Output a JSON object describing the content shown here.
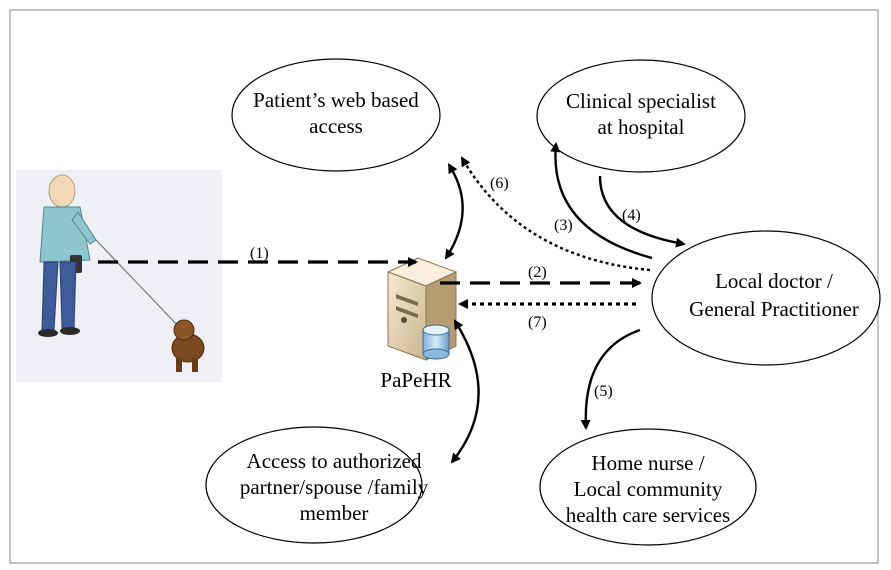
{
  "nodes": {
    "patient_web": {
      "lines": [
        "Patient’s web based",
        "access"
      ]
    },
    "specialist": {
      "lines": [
        "Clinical specialist",
        "at hospital"
      ]
    },
    "gp": {
      "lines": [
        "Local doctor /",
        "General Practitioner"
      ]
    },
    "family": {
      "lines": [
        "Access to authorized",
        "partner/spouse /family",
        "member"
      ]
    },
    "home_nurse": {
      "lines": [
        "Home nurse /",
        "Local community",
        "health care services"
      ]
    },
    "server": {
      "label": "PaPeHR"
    }
  },
  "edges": {
    "e1": "(1)",
    "e2": "(2)",
    "e3": "(3)",
    "e4": "(4)",
    "e5": "(5)",
    "e6": "(6)",
    "e7": "(7)"
  }
}
